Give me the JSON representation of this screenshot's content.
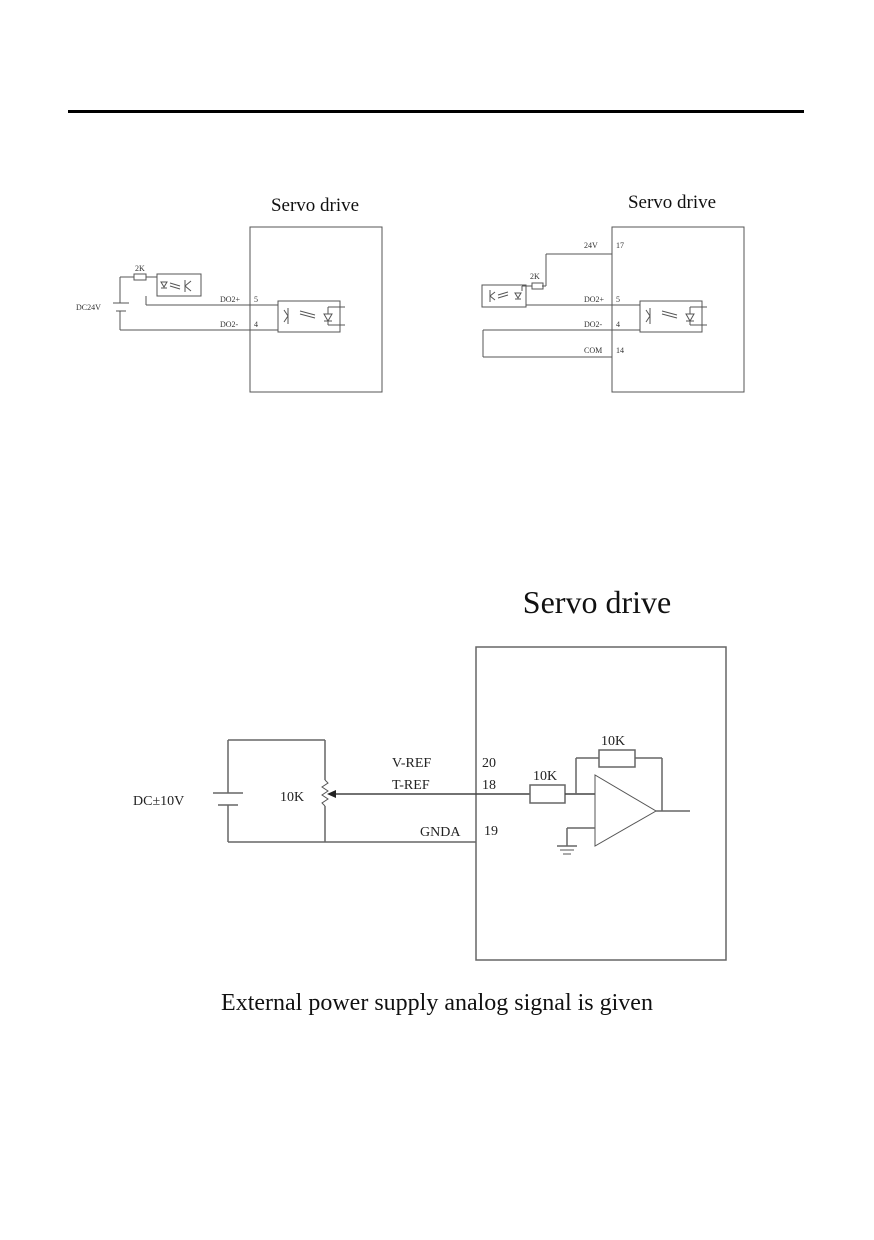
{
  "diagram1": {
    "title": "Servo drive",
    "supply_label": "DC24V",
    "resistor_label": "2K",
    "pins": [
      {
        "signal": "DO2+",
        "number": "5"
      },
      {
        "signal": "DO2-",
        "number": "4"
      }
    ]
  },
  "diagram2": {
    "title": "Servo drive",
    "resistor_label": "2K",
    "pins": [
      {
        "signal": "24V",
        "number": "17"
      },
      {
        "signal": "DO2+",
        "number": "5"
      },
      {
        "signal": "DO2-",
        "number": "4"
      },
      {
        "signal": "COM",
        "number": "14"
      }
    ]
  },
  "diagram3": {
    "title": "Servo drive",
    "supply_label": "DC±10V",
    "pot_label": "10K",
    "input_resistor_label": "10K",
    "feedback_resistor_label": "10K",
    "pins": [
      {
        "signal": "V-REF",
        "number": "20"
      },
      {
        "signal": "T-REF",
        "number": "18"
      },
      {
        "signal": "GNDA",
        "number": "19"
      }
    ],
    "caption": "External power supply analog signal is given"
  }
}
